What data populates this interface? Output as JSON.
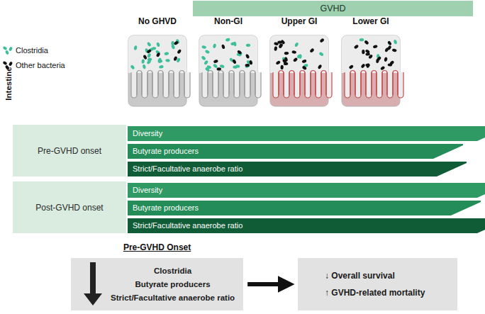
{
  "diagram": {
    "nodes": [
      {
        "text": [
          "GVHD"
        ]
      },
      {
        "text": [
          "Pre-GVHD onset"
        ]
      },
      {
        "text": [
          "Diversity"
        ]
      },
      {
        "text": [
          "Butyrate producers"
        ]
      },
      {
        "text": [
          "Strict/Facultative anaerobe ratio"
        ]
      },
      {
        "text": [
          "Post-GVHD onset"
        ]
      },
      {
        "text": [
          "Diversity"
        ]
      },
      {
        "text": [
          "Butyrate producers"
        ]
      },
      {
        "text": [
          "Strict/Facultative anaerobe ratio"
        ]
      },
      {
        "text": [
          "Pre-GVHD Onset",
          "Clostridia",
          "Butyrate producers",
          "Strict/Facultative anaerobe ratio"
        ]
      },
      {
        "text": [
          "↓ Overall survival",
          "↑ GVHD-related mortality"
        ]
      }
    ],
    "edges": [
      {
        "from": 9,
        "to": 10,
        "arrow": "to"
      }
    ],
    "labels": [
      "No GHVD",
      "Non-GI",
      "Upper GI",
      "Lower GI",
      "Intestine"
    ],
    "legend": [
      {
        "text": "Clostridia",
        "color": "#3cbf9a"
      },
      {
        "text": "Other bacteria",
        "color": "#111111"
      }
    ]
  }
}
